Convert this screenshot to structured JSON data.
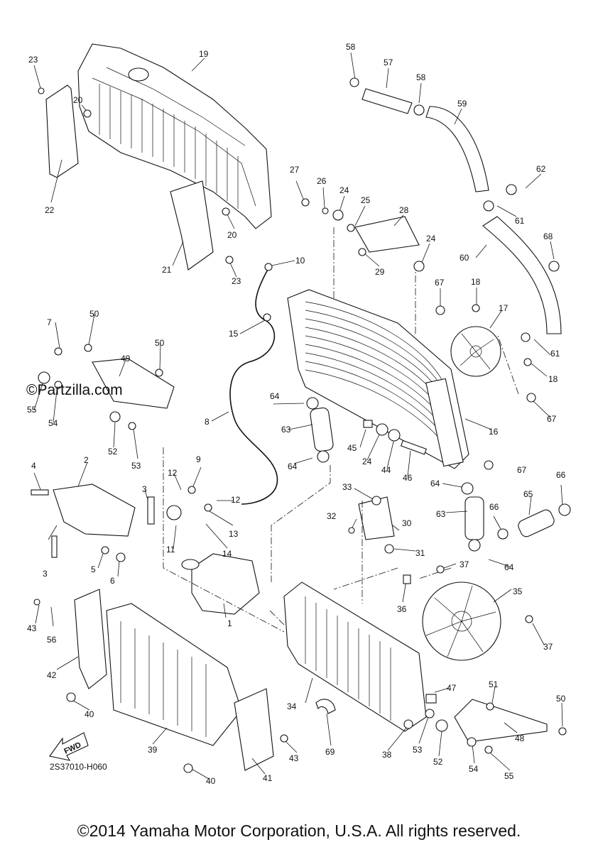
{
  "diagram": {
    "watermark": "©Partzilla.com",
    "diagram_code": "2S37010-H060",
    "fwd_label": "FWD",
    "copyright": "©2014 Yamaha Motor Corporation, U.S.A. All rights reserved."
  },
  "callouts": {
    "c1": "1",
    "c2": "2",
    "c3a": "3",
    "c3b": "3",
    "c4": "4",
    "c5": "5",
    "c6": "6",
    "c7": "7",
    "c8": "8",
    "c9": "9",
    "c10": "10",
    "c11": "11",
    "c12a": "12",
    "c12b": "12",
    "c13": "13",
    "c14": "14",
    "c15": "15",
    "c16": "16",
    "c17": "17",
    "c18a": "18",
    "c18b": "18",
    "c19": "19",
    "c20a": "20",
    "c20b": "20",
    "c21": "21",
    "c22": "22",
    "c23a": "23",
    "c23b": "23",
    "c24a": "24",
    "c24b": "24",
    "c24c": "24",
    "c25": "25",
    "c26": "26",
    "c27": "27",
    "c28": "28",
    "c29": "29",
    "c30": "30",
    "c31": "31",
    "c32": "32",
    "c33": "33",
    "c34": "34",
    "c35": "35",
    "c36": "36",
    "c37a": "37",
    "c37b": "37",
    "c38": "38",
    "c39": "39",
    "c40a": "40",
    "c40b": "40",
    "c41": "41",
    "c42": "42",
    "c43a": "43",
    "c43b": "43",
    "c44": "44",
    "c45": "45",
    "c46": "46",
    "c47": "47",
    "c48": "48",
    "c49": "49",
    "c50a": "50",
    "c50b": "50",
    "c50c": "50",
    "c51": "51",
    "c52a": "52",
    "c52b": "52",
    "c53a": "53",
    "c53b": "53",
    "c54a": "54",
    "c54b": "54",
    "c55a": "55",
    "c55b": "55",
    "c56": "56",
    "c57": "57",
    "c58a": "58",
    "c58b": "58",
    "c59": "59",
    "c60": "60",
    "c61a": "61",
    "c61b": "61",
    "c62": "62",
    "c63a": "63",
    "c63b": "63",
    "c64a": "64",
    "c64b": "64",
    "c64c": "64",
    "c65": "65",
    "c66a": "66",
    "c66b": "66",
    "c67a": "67",
    "c67b": "67",
    "c67c": "67",
    "c68": "68",
    "c69": "69"
  }
}
